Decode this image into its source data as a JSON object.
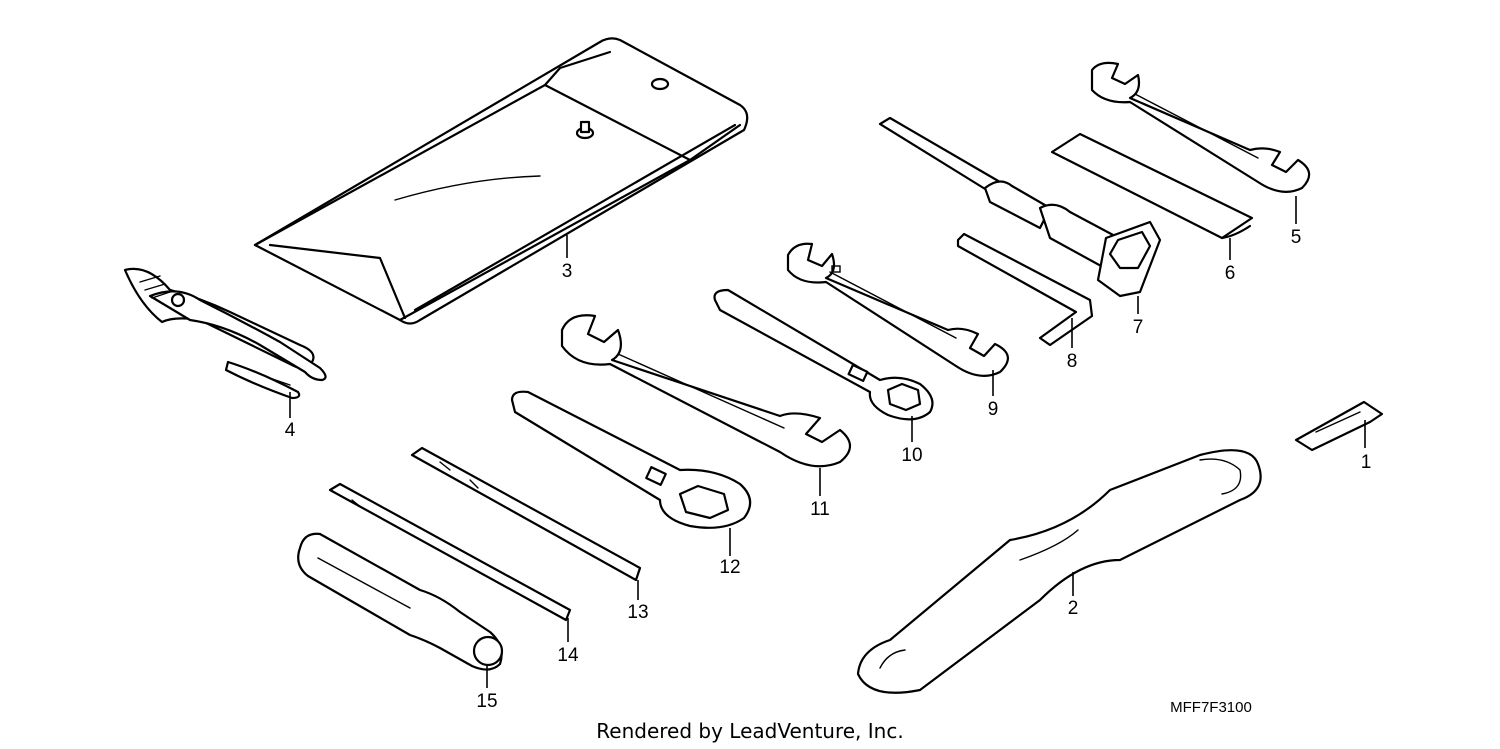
{
  "diagram": {
    "parts": [
      {
        "id": "1",
        "label": "1"
      },
      {
        "id": "2",
        "label": "2"
      },
      {
        "id": "3",
        "label": "3"
      },
      {
        "id": "4",
        "label": "4"
      },
      {
        "id": "5",
        "label": "5"
      },
      {
        "id": "6",
        "label": "6"
      },
      {
        "id": "7",
        "label": "7"
      },
      {
        "id": "8",
        "label": "8"
      },
      {
        "id": "9",
        "label": "9"
      },
      {
        "id": "10",
        "label": "10"
      },
      {
        "id": "11",
        "label": "11"
      },
      {
        "id": "12",
        "label": "12"
      },
      {
        "id": "13",
        "label": "13"
      },
      {
        "id": "14",
        "label": "14"
      },
      {
        "id": "15",
        "label": "15"
      }
    ],
    "diagram_code": "MFF7F3100",
    "credit": "Rendered by LeadVenture, Inc."
  }
}
